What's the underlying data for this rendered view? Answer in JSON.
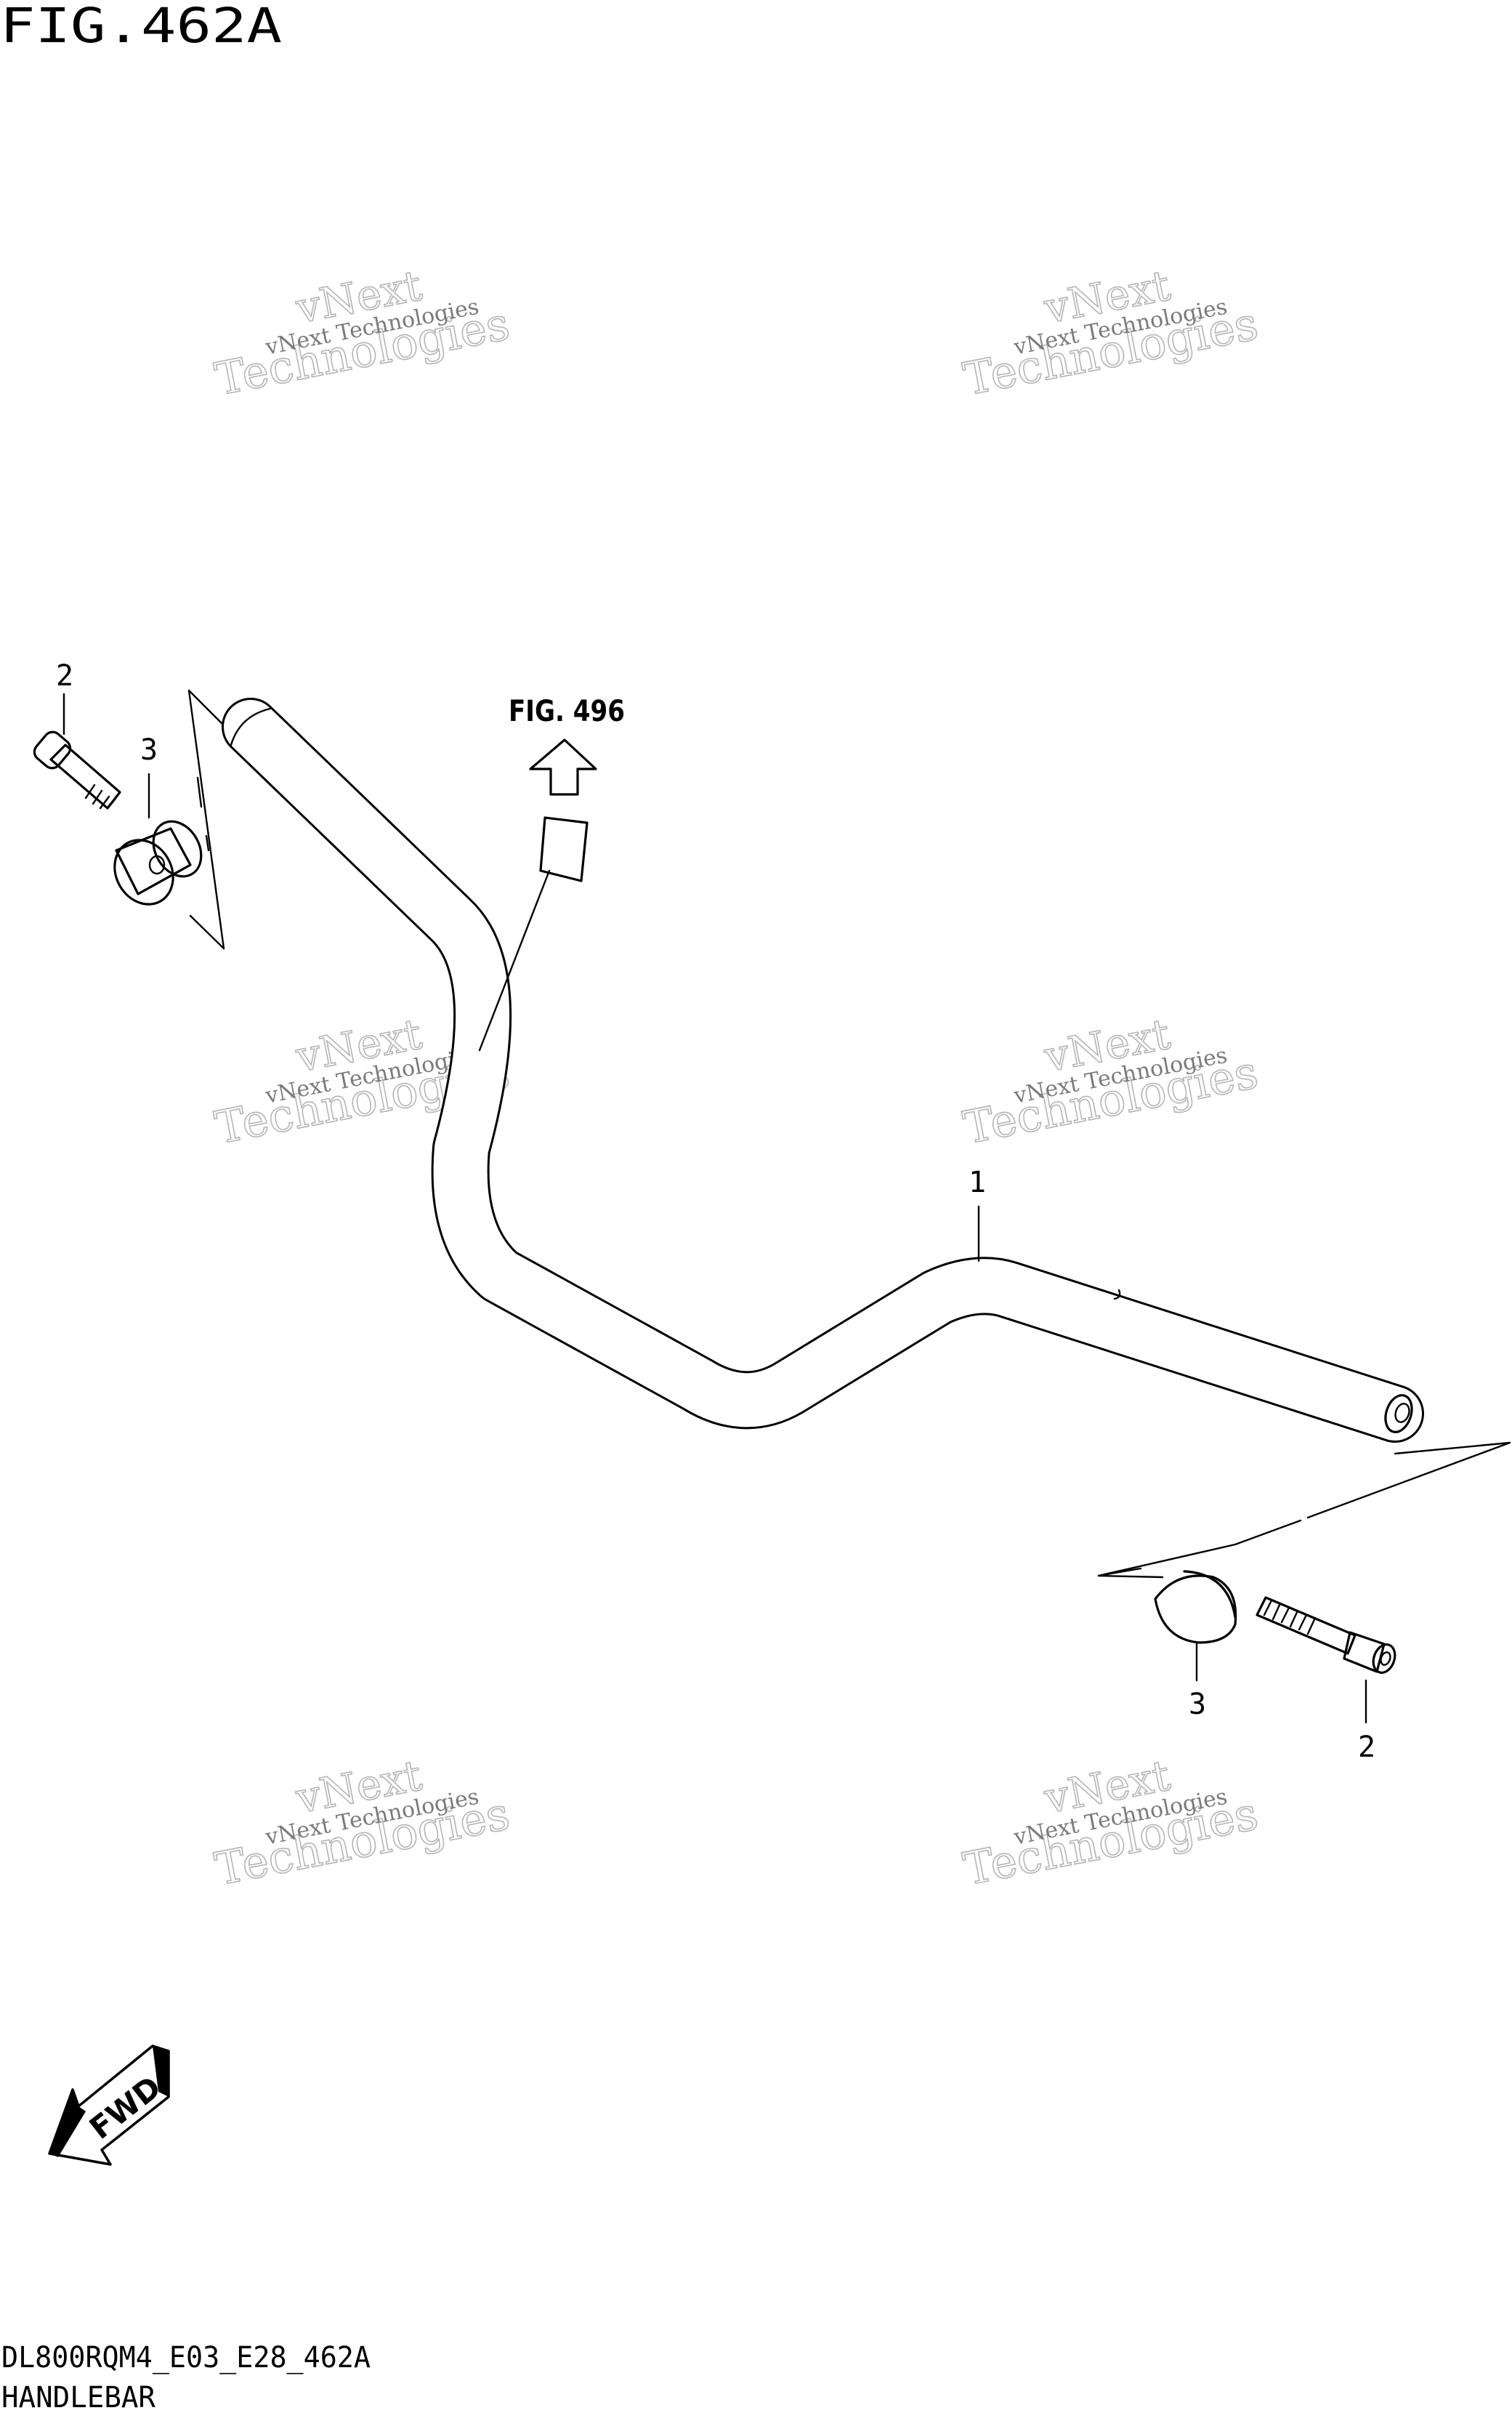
{
  "figure": {
    "title": "FIG.462A",
    "code": "DL800RQM4_E03_E28_462A",
    "caption": "HANDLEBAR",
    "reference": "FIG. 496"
  },
  "callouts": [
    {
      "id": "part-1",
      "label": "1"
    },
    {
      "id": "part-2-left",
      "label": "2"
    },
    {
      "id": "part-3-left",
      "label": "3"
    },
    {
      "id": "part-3-right",
      "label": "3"
    },
    {
      "id": "part-2-right",
      "label": "2"
    }
  ],
  "direction_arrow": {
    "label": "FWD"
  },
  "watermark": {
    "line": "vNext Technologies",
    "top": "vNext",
    "bottom": "Technologies"
  },
  "icons": [
    "fig-ref-arrow-icon",
    "fwd-arrow-icon"
  ]
}
